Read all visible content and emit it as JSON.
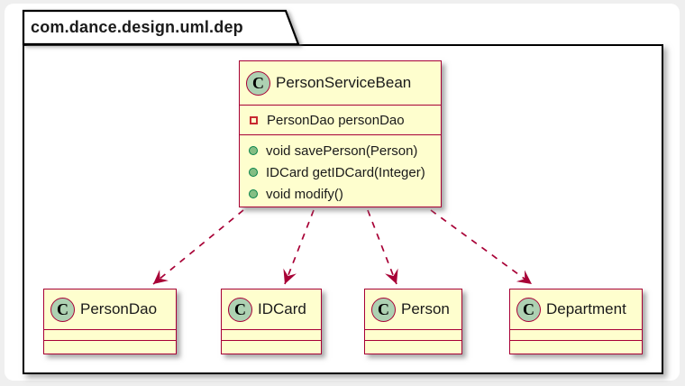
{
  "package": {
    "title": "com.dance.design.uml.dep"
  },
  "classes": {
    "main": {
      "name": "PersonServiceBean",
      "icon_letter": "C",
      "fields": [
        {
          "visibility": "private",
          "text": "PersonDao personDao"
        }
      ],
      "methods": [
        {
          "visibility": "public",
          "text": "void savePerson(Person)"
        },
        {
          "visibility": "public",
          "text": "IDCard getIDCard(Integer)"
        },
        {
          "visibility": "public",
          "text": "void modify()"
        }
      ]
    },
    "dependencies": [
      {
        "name": "PersonDao",
        "icon_letter": "C"
      },
      {
        "name": "IDCard",
        "icon_letter": "C"
      },
      {
        "name": "Person",
        "icon_letter": "C"
      },
      {
        "name": "Department",
        "icon_letter": "C"
      }
    ]
  },
  "relations": [
    {
      "from": "PersonServiceBean",
      "to": "PersonDao",
      "type": "dashed-dependency-arrow"
    },
    {
      "from": "PersonServiceBean",
      "to": "IDCard",
      "type": "dashed-dependency-arrow"
    },
    {
      "from": "PersonServiceBean",
      "to": "Person",
      "type": "dashed-dependency-arrow"
    },
    {
      "from": "PersonServiceBean",
      "to": "Department",
      "type": "dashed-dependency-arrow"
    }
  ],
  "icons": {
    "class_circle": "circled-letter-C",
    "private_field": "red-square-outline",
    "public_method": "green-filled-circle"
  },
  "colors": {
    "class-fill": "#FEFECE",
    "class-border": "#A80036",
    "circle-fill": "#ADD1B2",
    "circle-border": "#A80036",
    "field-square": "#C82930",
    "method-dot-fill": "#84BE84",
    "method-dot-border": "#038048",
    "arrow": "#A80036",
    "frame-border": "#000000",
    "canvas": "#FFFFFF",
    "page-edge": "#EFEFEF",
    "text": "#1A1A1A"
  }
}
